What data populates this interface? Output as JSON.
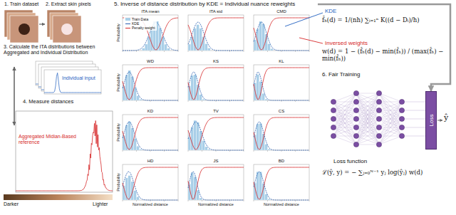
{
  "diagram": {
    "nodes": [
      {
        "text": [
          "5. Inverse of distance distribution by KDE = Individual nuance reweights"
        ]
      },
      {
        "text": [
          "Loss"
        ]
      }
    ],
    "edges": [
      {
        "from": 0,
        "to": 1,
        "arrow": "to"
      }
    ],
    "labels": [
      "1. Train dataset",
      "2. Extract skin pixels",
      "3. Calculate the ITA distributions between Aggregated and Individual Distribution",
      "Individual input",
      "4. Measure distances",
      "Aggregated Midian-Based reference",
      "Darker",
      "Lighter",
      "ITA mean",
      "ITA std",
      "CMD",
      "WD",
      "KS",
      "KL",
      "KD",
      "TV",
      "CS",
      "HD",
      "JS",
      "BD",
      "Probability",
      "Probability",
      "Probability",
      "Probability",
      "Normalized distance",
      "Normalized distance",
      "Normalized distance",
      "KDE",
      "f̂ₕ(d) = 1/(nh) ∑ᵢ₌₁ⁿ K((d − Dᵢ)/h)",
      "Inversed weights",
      "w(d) = 1 − (f̂ₕ(d) − min(f̂ₕ)) / (max(f̂ₕ) − min(f̂ₕ))",
      "6. Fair Training",
      "ŷ",
      "Loss function",
      "ℒ(ŷ, y) = − ∑ⱼ₌₀ᴺ⁻¹ yⱼ log(ŷⱼ) w(d)"
    ],
    "legend": [
      {
        "text": "Train Data",
        "color": "#a9cfe8"
      },
      {
        "text": "KDE"
      },
      {
        "text": "Penalty weight"
      }
    ]
  }
}
